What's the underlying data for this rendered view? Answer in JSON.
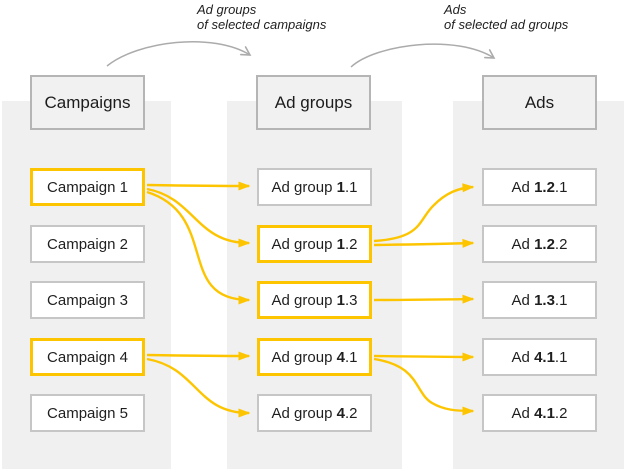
{
  "diagram": {
    "flow_labels": [
      {
        "line1": "Ad groups",
        "line2": "of selected campaigns"
      },
      {
        "line1": "Ads",
        "line2": "of selected ad groups"
      }
    ],
    "columns": [
      {
        "header": "Campaigns",
        "items": [
          {
            "prefix": "Campaign 1",
            "bold": "",
            "suffix": "",
            "selected": true
          },
          {
            "prefix": "Campaign 2",
            "bold": "",
            "suffix": "",
            "selected": false
          },
          {
            "prefix": "Campaign 3",
            "bold": "",
            "suffix": "",
            "selected": false
          },
          {
            "prefix": "Campaign 4",
            "bold": "",
            "suffix": "",
            "selected": true
          },
          {
            "prefix": "Campaign 5",
            "bold": "",
            "suffix": "",
            "selected": false
          }
        ]
      },
      {
        "header": "Ad groups",
        "items": [
          {
            "prefix": "Ad group ",
            "bold": "1",
            "suffix": ".1",
            "selected": false
          },
          {
            "prefix": "Ad group ",
            "bold": "1",
            "suffix": ".2",
            "selected": true
          },
          {
            "prefix": "Ad group ",
            "bold": "1",
            "suffix": ".3",
            "selected": true
          },
          {
            "prefix": "Ad group ",
            "bold": "4",
            "suffix": ".1",
            "selected": true
          },
          {
            "prefix": "Ad group ",
            "bold": "4",
            "suffix": ".2",
            "selected": false
          }
        ]
      },
      {
        "header": "Ads",
        "items": [
          {
            "prefix": "Ad ",
            "bold": "1.2",
            "suffix": ".1",
            "selected": false
          },
          {
            "prefix": "Ad ",
            "bold": "1.2",
            "suffix": ".2",
            "selected": false
          },
          {
            "prefix": "Ad ",
            "bold": "1.3",
            "suffix": ".1",
            "selected": false
          },
          {
            "prefix": "Ad ",
            "bold": "4.1",
            "suffix": ".1",
            "selected": false
          },
          {
            "prefix": "Ad ",
            "bold": "4.1",
            "suffix": ".2",
            "selected": false
          }
        ]
      }
    ],
    "connections": {
      "top_flow": [
        {
          "from": "Campaigns",
          "to": "Ad groups",
          "label": "Ad groups of selected campaigns"
        },
        {
          "from": "Ad groups",
          "to": "Ads",
          "label": "Ads of selected ad groups"
        }
      ],
      "links": [
        {
          "from": "Campaign 1",
          "to": "Ad group 1.1"
        },
        {
          "from": "Campaign 1",
          "to": "Ad group 1.2"
        },
        {
          "from": "Campaign 1",
          "to": "Ad group 1.3"
        },
        {
          "from": "Campaign 4",
          "to": "Ad group 4.1"
        },
        {
          "from": "Campaign 4",
          "to": "Ad group 4.2"
        },
        {
          "from": "Ad group 1.2",
          "to": "Ad 1.2.1"
        },
        {
          "from": "Ad group 1.2",
          "to": "Ad 1.2.2"
        },
        {
          "from": "Ad group 1.3",
          "to": "Ad 1.3.1"
        },
        {
          "from": "Ad group 4.1",
          "to": "Ad 4.1.1"
        },
        {
          "from": "Ad group 4.1",
          "to": "Ad 4.1.2"
        }
      ]
    },
    "colors": {
      "highlight_yellow": "#FDC500",
      "column_bg": "#F0F0F1",
      "box_border_gray": "#C6C6C6",
      "header_border_gray": "#B5B5B5",
      "flow_arrow_gray": "#ABABAB",
      "text": "#1F1F1F"
    }
  }
}
